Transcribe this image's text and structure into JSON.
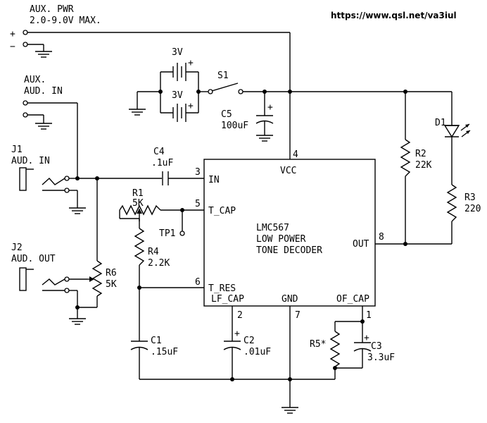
{
  "source_url": "https://www.qsl.net/va3iul",
  "aux_power": {
    "title": "AUX. PWR",
    "range": "2.0-9.0V MAX.",
    "plus": "+",
    "minus": "−"
  },
  "aux_audio_in": {
    "line1": "AUX.",
    "line2": "AUD. IN"
  },
  "j1": {
    "ref": "J1",
    "label": "AUD. IN"
  },
  "j2": {
    "ref": "J2",
    "label": "AUD. OUT"
  },
  "batteries": [
    {
      "label": "3V",
      "polarity": "+"
    },
    {
      "label": "3V",
      "polarity": "+"
    }
  ],
  "switch": {
    "ref": "S1"
  },
  "ic": {
    "part": "LMC567",
    "description_1": "LOW POWER",
    "description_2": "TONE DECODER",
    "pins": {
      "in": {
        "label": "IN",
        "number": "3"
      },
      "t_cap": {
        "label": "T_CAP",
        "number": "5"
      },
      "t_res": {
        "label": "T_RES",
        "number": "6"
      },
      "vcc": {
        "label": "VCC",
        "number": "4"
      },
      "out": {
        "label": "OUT",
        "number": "8"
      },
      "lf_cap": {
        "label": "LF_CAP",
        "number": "2"
      },
      "gnd": {
        "label": "GND",
        "number": "7"
      },
      "of_cap": {
        "label": "OF_CAP",
        "number": "1"
      }
    }
  },
  "components": {
    "c4": {
      "ref": "C4",
      "value": ".1uF"
    },
    "r1": {
      "ref": "R1",
      "value": "5K"
    },
    "tp1": {
      "ref": "TP1"
    },
    "r4": {
      "ref": "R4",
      "value": "2.2K"
    },
    "r6": {
      "ref": "R6",
      "value": "5K"
    },
    "c1": {
      "ref": "C1",
      "value": ".15uF"
    },
    "c2": {
      "ref": "C2",
      "value": ".01uF",
      "polarity": "+"
    },
    "c3": {
      "ref": "C3",
      "value": "3.3uF",
      "polarity": "+"
    },
    "r5": {
      "ref": "R5*"
    },
    "c5": {
      "ref": "C5",
      "value": "100uF",
      "polarity": "+"
    },
    "r2": {
      "ref": "R2",
      "value": "22K"
    },
    "r3": {
      "ref": "R3",
      "value": "220"
    },
    "d1": {
      "ref": "D1"
    }
  }
}
